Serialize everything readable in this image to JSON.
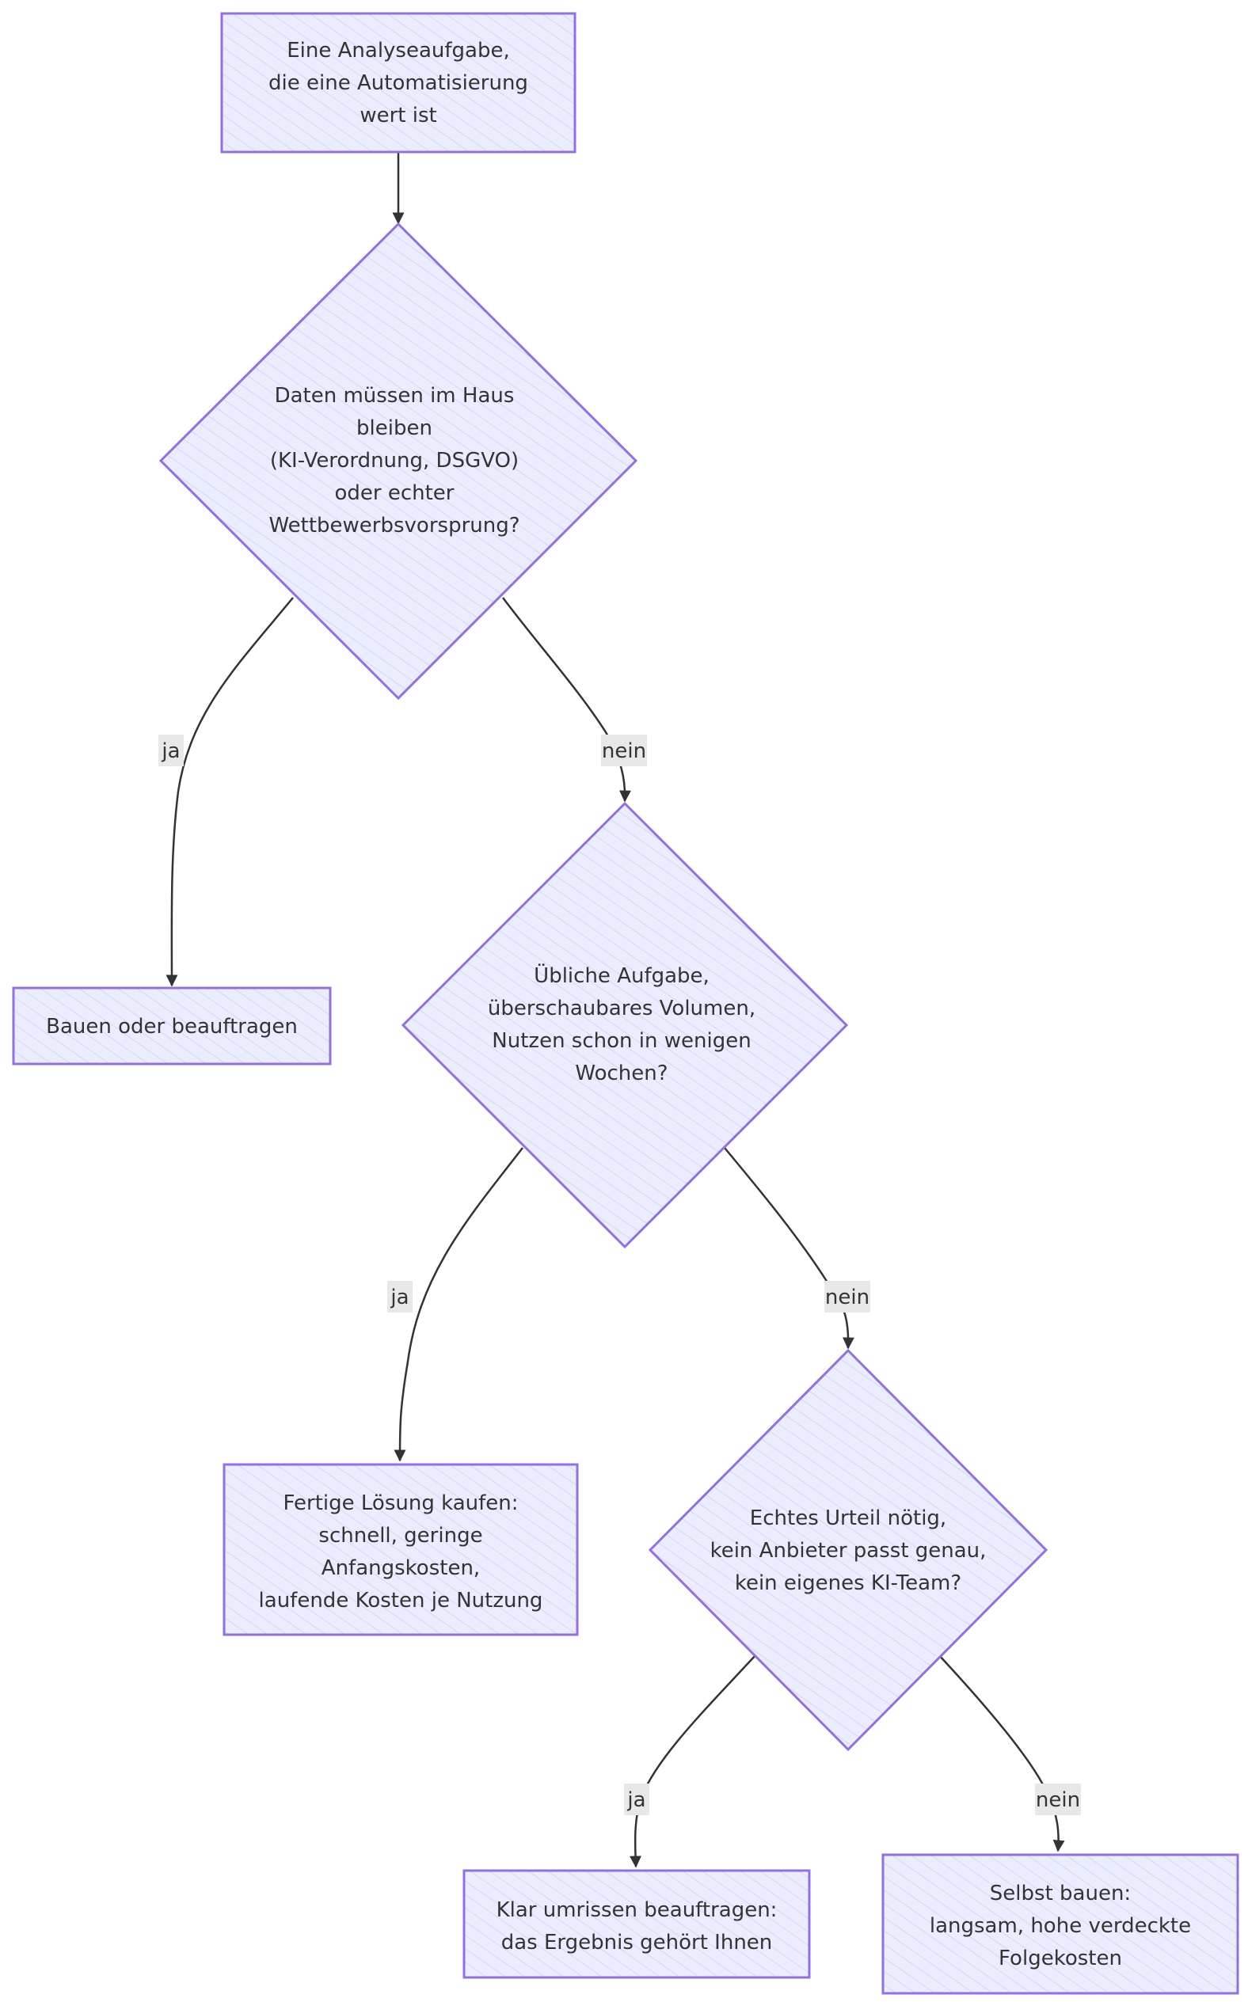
{
  "nodes": {
    "start": {
      "lines": [
        "Eine Analyseaufgabe,",
        "die eine Automatisierung",
        "wert ist"
      ]
    },
    "q1": {
      "lines": [
        "Daten müssen im Haus",
        "bleiben",
        "(KI-Verordnung, DSGVO)",
        "oder echter",
        "Wettbewerbsvorsprung?"
      ]
    },
    "build_or_outsource": {
      "lines": [
        "Bauen oder beauftragen"
      ]
    },
    "q2": {
      "lines": [
        "Übliche Aufgabe,",
        "überschaubares Volumen,",
        "Nutzen schon in wenigen",
        "Wochen?"
      ]
    },
    "buy": {
      "lines": [
        "Fertige Lösung kaufen:",
        "schnell, geringe",
        "Anfangskosten,",
        "laufende Kosten je Nutzung"
      ]
    },
    "q3": {
      "lines": [
        "Echtes Urteil nötig,",
        "kein Anbieter passt genau,",
        "kein eigenes KI-Team?"
      ]
    },
    "outsource": {
      "lines": [
        "Klar umrissen beauftragen:",
        "das Ergebnis gehört Ihnen"
      ]
    },
    "self_build": {
      "lines": [
        "Selbst bauen:",
        "langsam, hohe verdeckte",
        "Folgekosten"
      ]
    }
  },
  "edges": {
    "q1_yes": "ja",
    "q1_no": "nein",
    "q2_yes": "ja",
    "q2_no": "nein",
    "q3_yes": "ja",
    "q3_no": "nein"
  },
  "colors": {
    "node_fill": "#ECECFF",
    "node_stroke": "#9370DB",
    "edge": "#333333",
    "label_bg": "#e8e8e8",
    "text": "#333333"
  }
}
